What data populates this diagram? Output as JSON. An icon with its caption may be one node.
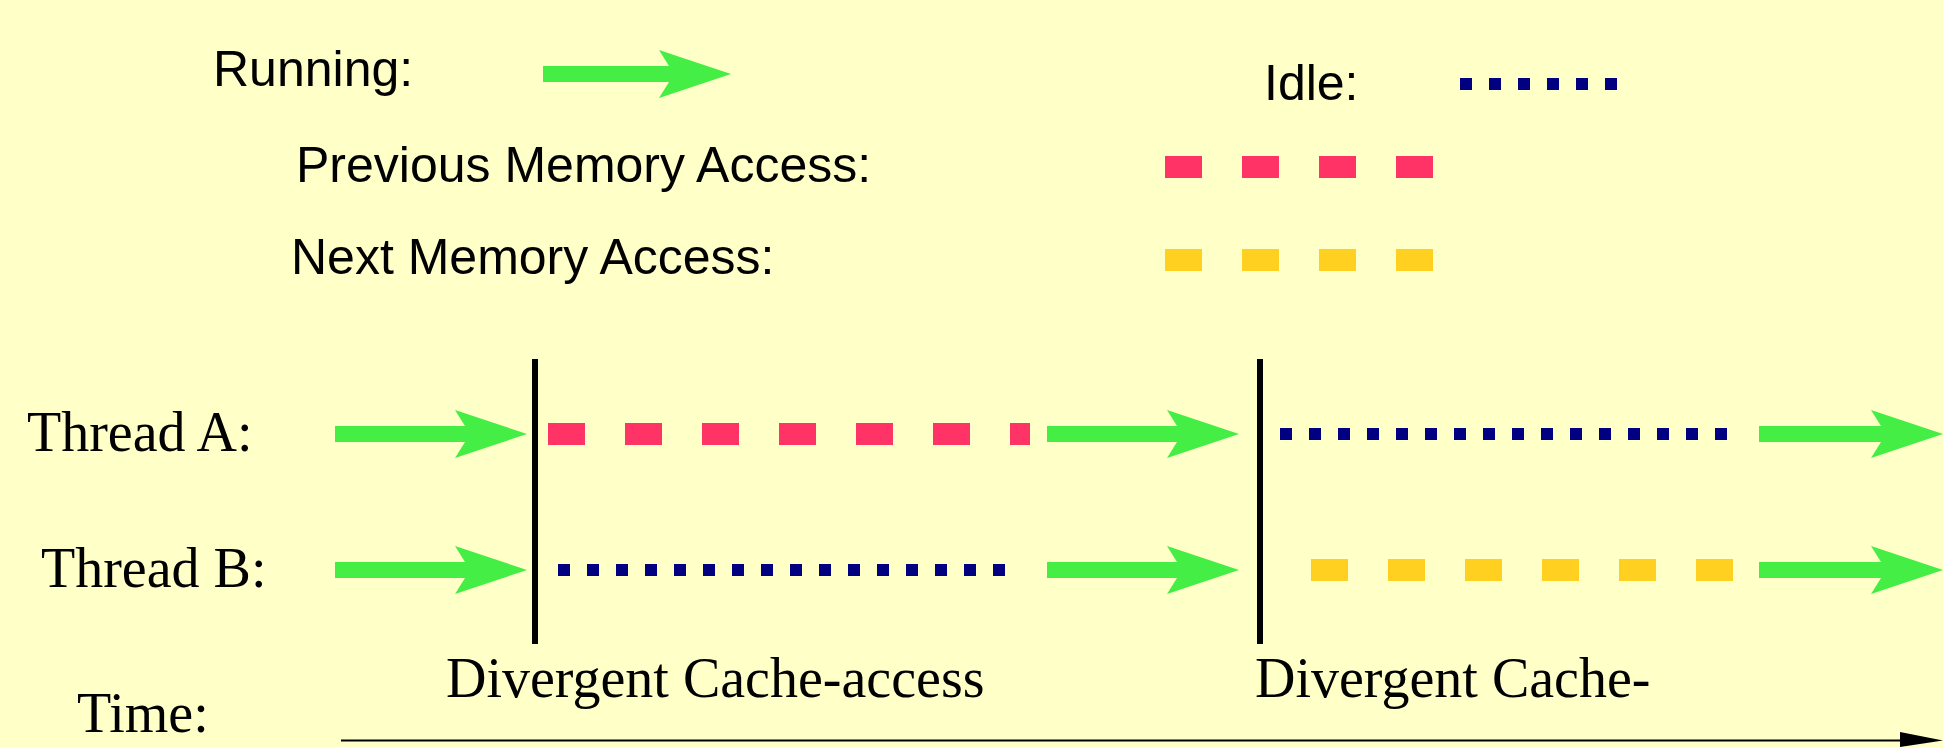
{
  "diagram": {
    "labels": [
      "Thread A:",
      "Thread B:",
      "Divergent Cache-access",
      "Divergent Cache-",
      "Time:"
    ],
    "legend": [
      {
        "text": "Running:"
      },
      {
        "text": "Idle:"
      },
      {
        "text": "Previous Memory Access:"
      },
      {
        "text": "Next Memory Access:"
      }
    ]
  }
}
